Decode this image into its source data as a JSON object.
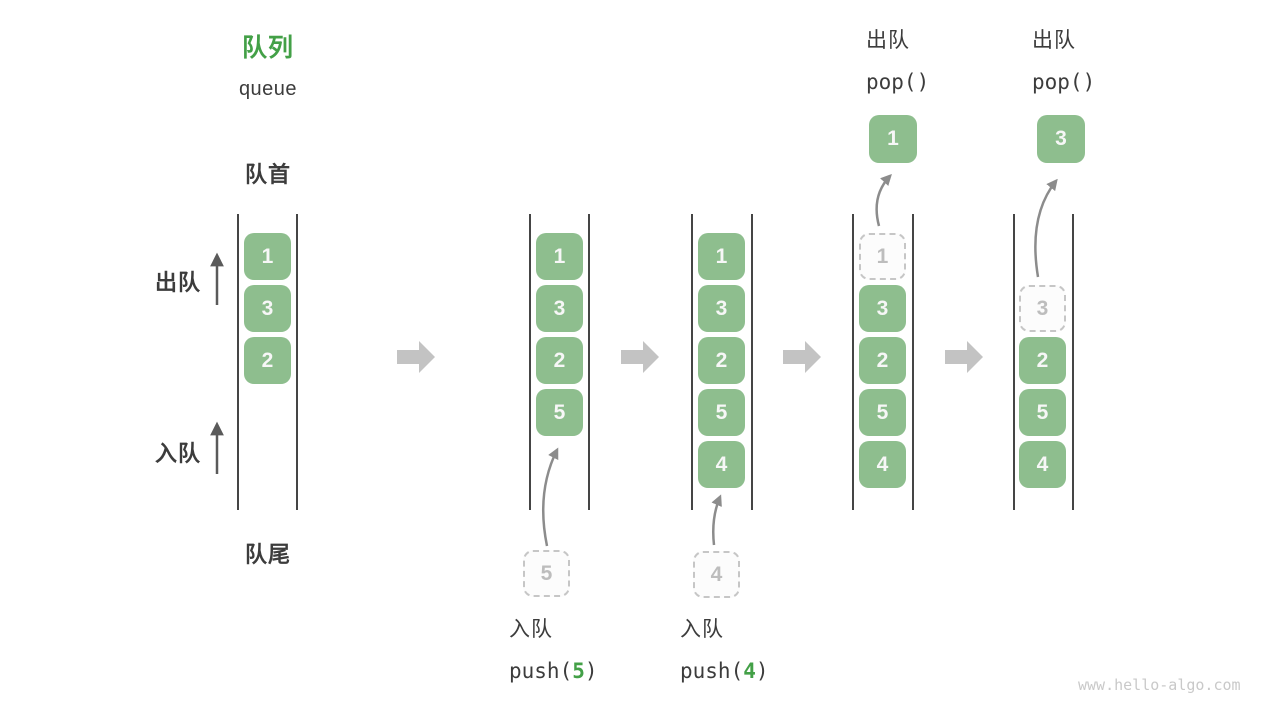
{
  "title": {
    "zh": "队列",
    "en": "queue"
  },
  "side_labels": {
    "front": "队首",
    "rear": "队尾",
    "dequeue": "出队",
    "enqueue": "入队"
  },
  "operations": {
    "push5": {
      "label": "入队",
      "code_pre": "push(",
      "code_arg": "5",
      "code_post": ")"
    },
    "push4": {
      "label": "入队",
      "code_pre": "push(",
      "code_arg": "4",
      "code_post": ")"
    },
    "pop_first": {
      "label": "出队",
      "code": "pop()"
    },
    "pop_second": {
      "label": "出队",
      "code": "pop()"
    }
  },
  "columns": {
    "c1": {
      "b0": "1",
      "b1": "3",
      "b2": "2"
    },
    "c2": {
      "b0": "1",
      "b1": "3",
      "b2": "2",
      "b3": "5",
      "staged": "5"
    },
    "c3": {
      "b0": "1",
      "b1": "3",
      "b2": "2",
      "b3": "5",
      "b4": "4",
      "staged": "4"
    },
    "c4": {
      "ghost": "1",
      "b1": "3",
      "b2": "2",
      "b3": "5",
      "b4": "4",
      "popped": "1"
    },
    "c5": {
      "ghost": "3",
      "b2": "2",
      "b3": "5",
      "b4": "4",
      "popped": "3"
    }
  },
  "watermark": "www.hello-algo.com",
  "colors": {
    "green-box": "#8EBE8E",
    "green-text": "#43A047",
    "ink": "#3C3C3C",
    "rail": "#454545",
    "block-arrow": "#C3C3C3",
    "thin-arrow": "#5A5A5A",
    "curve-arrow": "#8C8C8C",
    "ghost-border": "#C6C6C6",
    "ghost-text": "#BDBDBD",
    "cell-text": "#F7F7F7",
    "watermark-text": "#C9C9C9",
    "bg": "#FFFFFF"
  }
}
